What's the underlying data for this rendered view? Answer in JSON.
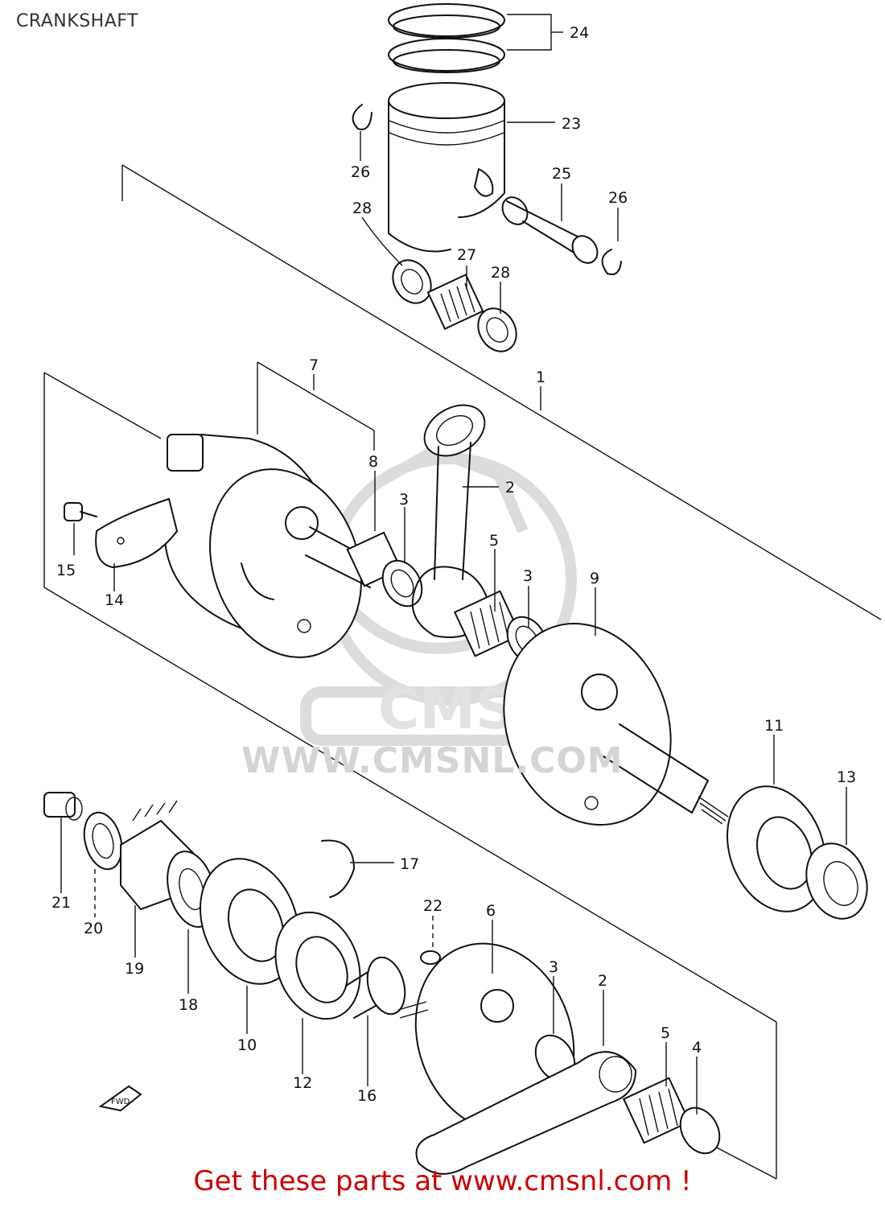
{
  "header": {
    "title": "CRANKSHAFT"
  },
  "footer": {
    "link_text": "Get these parts at www.cmsnl.com !"
  },
  "watermark": {
    "text": "WWW.CMSNL.COM",
    "logo_text": "CMS"
  },
  "callouts": [
    "24",
    "23",
    "26",
    "25",
    "26",
    "28",
    "27",
    "28",
    "7",
    "1",
    "8",
    "2",
    "3",
    "5",
    "3",
    "9",
    "15",
    "14",
    "11",
    "13",
    "21",
    "20",
    "19",
    "18",
    "17",
    "22",
    "10",
    "12",
    "16",
    "6",
    "3",
    "2",
    "5",
    "4"
  ],
  "colors": {
    "link": "#cc0000",
    "line": "#111111",
    "watermark": "#d4d4d4"
  }
}
